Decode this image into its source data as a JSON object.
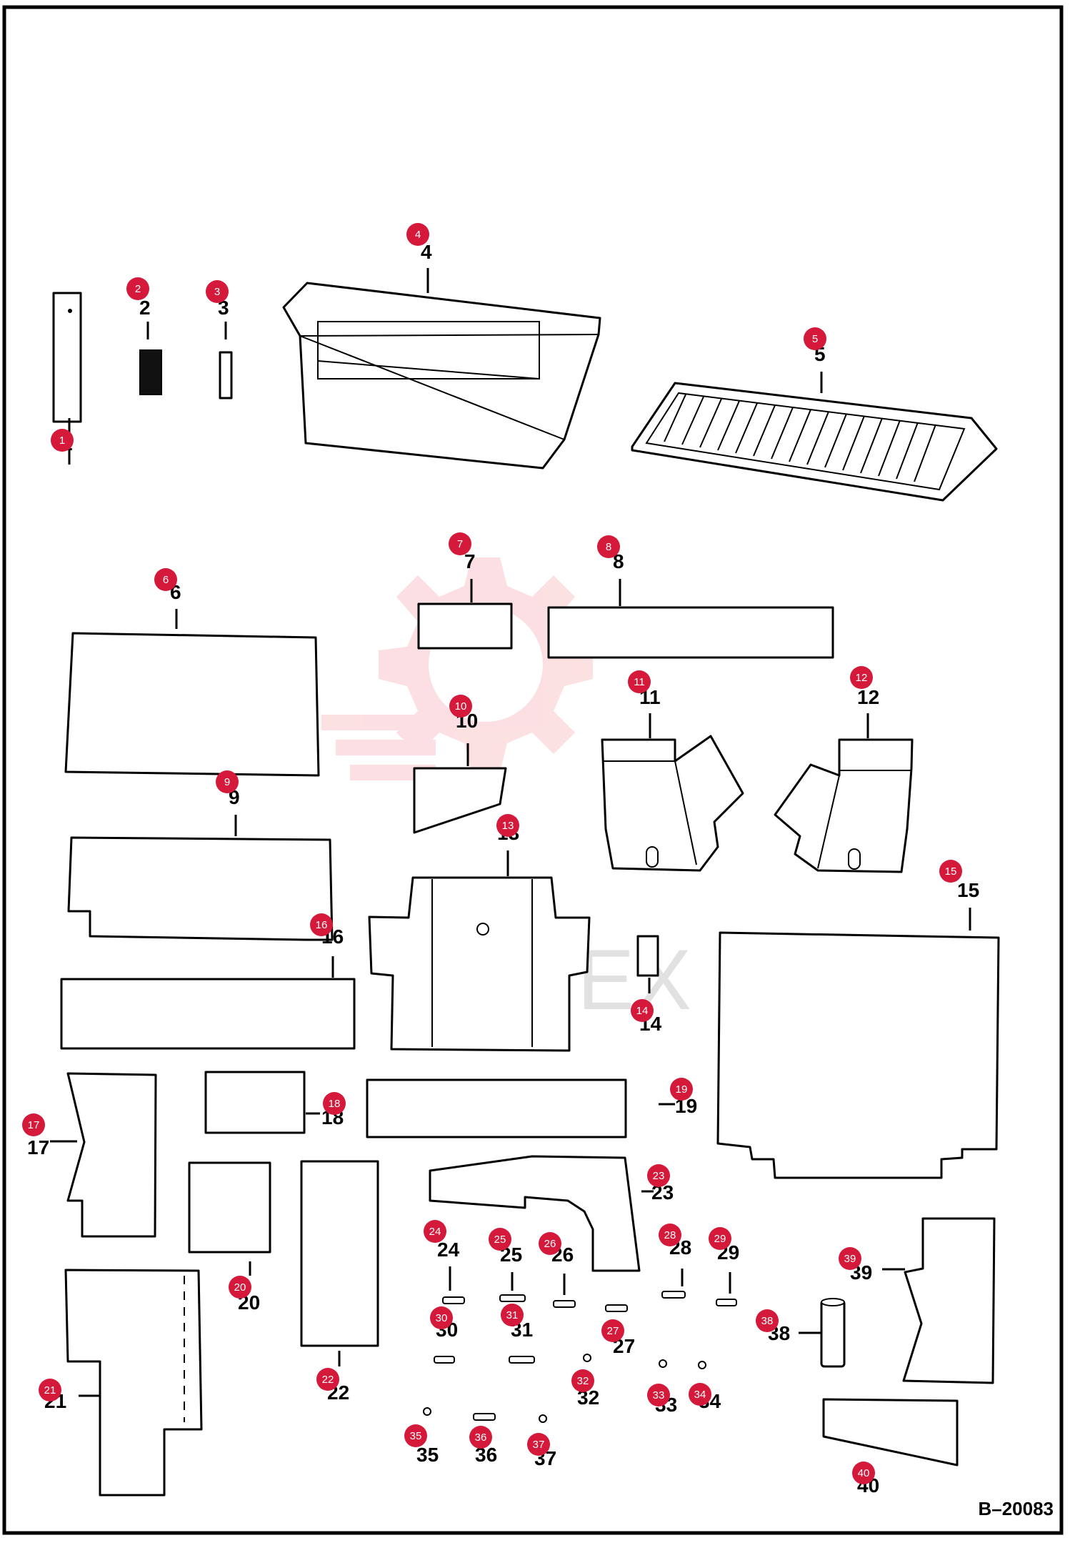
{
  "parts": [
    {
      "number": "1",
      "badge": "1"
    },
    {
      "number": "2",
      "badge": "2"
    },
    {
      "number": "3",
      "badge": "3"
    },
    {
      "number": "4",
      "badge": "4"
    },
    {
      "number": "5",
      "badge": "5"
    },
    {
      "number": "6",
      "badge": "6"
    },
    {
      "number": "7",
      "badge": "7"
    },
    {
      "number": "8",
      "badge": "8"
    },
    {
      "number": "9",
      "badge": "9"
    },
    {
      "number": "10",
      "badge": "10"
    },
    {
      "number": "11",
      "badge": "11"
    },
    {
      "number": "12",
      "badge": "12"
    },
    {
      "number": "13",
      "badge": "13"
    },
    {
      "number": "14",
      "badge": "14"
    },
    {
      "number": "15",
      "badge": "15"
    },
    {
      "number": "16",
      "badge": "16"
    },
    {
      "number": "17",
      "badge": "17"
    },
    {
      "number": "18",
      "badge": "18"
    },
    {
      "number": "19",
      "badge": "19"
    },
    {
      "number": "20",
      "badge": "20"
    },
    {
      "number": "21",
      "badge": "21"
    },
    {
      "number": "22",
      "badge": "22"
    },
    {
      "number": "23",
      "badge": "23"
    },
    {
      "number": "24",
      "badge": "24"
    },
    {
      "number": "25",
      "badge": "25"
    },
    {
      "number": "26",
      "badge": "26"
    },
    {
      "number": "27",
      "badge": "27"
    },
    {
      "number": "28",
      "badge": "28"
    },
    {
      "number": "29",
      "badge": "29"
    },
    {
      "number": "30",
      "badge": "30"
    },
    {
      "number": "31",
      "badge": "31"
    },
    {
      "number": "32",
      "badge": "32"
    },
    {
      "number": "33",
      "badge": "33"
    },
    {
      "number": "34",
      "badge": "34"
    },
    {
      "number": "35",
      "badge": "35"
    },
    {
      "number": "36",
      "badge": "36"
    },
    {
      "number": "37",
      "badge": "37"
    },
    {
      "number": "38",
      "badge": "38"
    },
    {
      "number": "39",
      "badge": "39"
    },
    {
      "number": "40",
      "badge": "40"
    }
  ],
  "drawing_id": "B–20083",
  "watermark": "ИНТЕХ",
  "colors": {
    "badge": "#d4193a",
    "watermark": "#e8283c",
    "line": "#000000"
  }
}
